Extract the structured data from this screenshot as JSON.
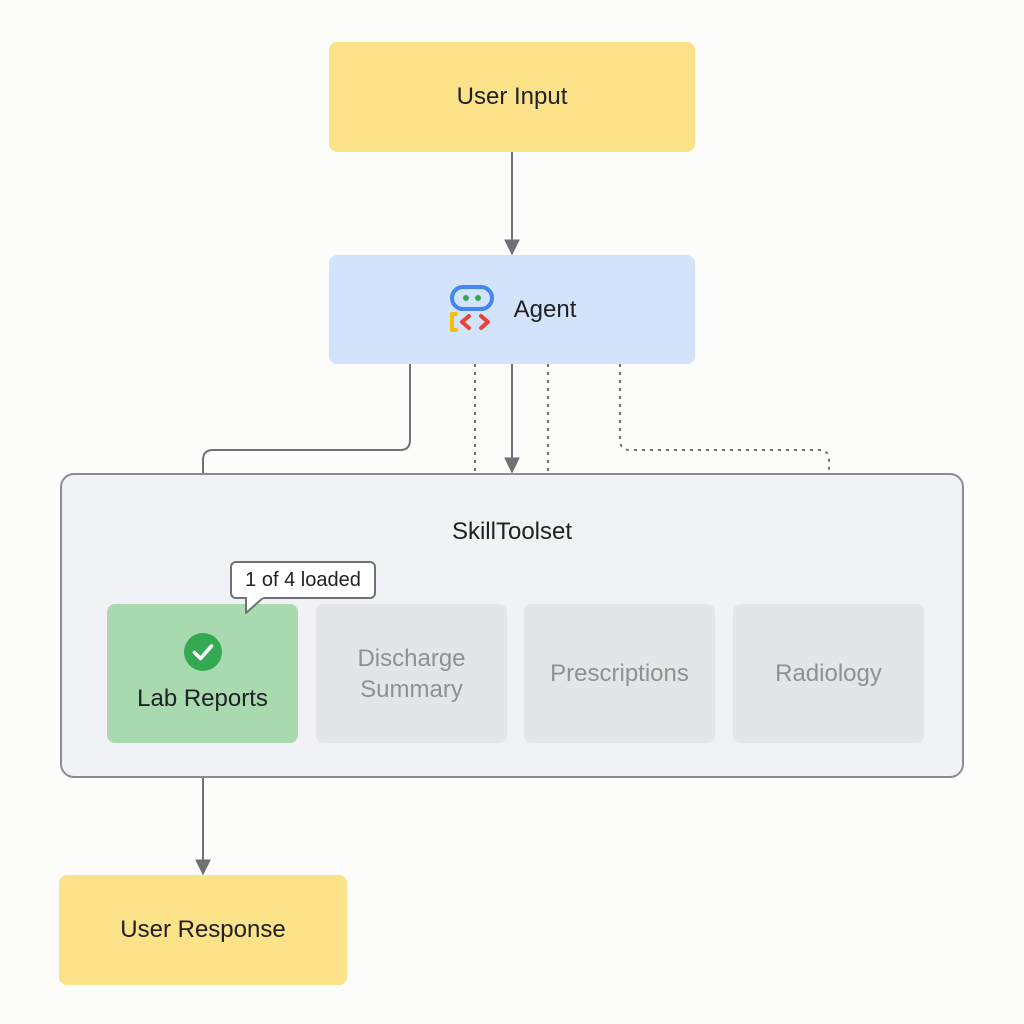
{
  "nodes": {
    "user_input": "User Input",
    "agent": "Agent",
    "toolset": "SkillToolset",
    "user_response": "User Response"
  },
  "skills": {
    "lab_reports": "Lab Reports",
    "discharge_line1": "Discharge",
    "discharge_line2": "Summary",
    "prescriptions": "Prescriptions",
    "radiology": "Radiology"
  },
  "tooltip": "1 of 4 loaded",
  "icons": {
    "agent": "agent-logo-icon",
    "loaded": "check-circle-icon"
  },
  "colors": {
    "input_fill": "#fce38a",
    "agent_fill": "#d3e3fb",
    "loaded_skill_fill": "#a8d9af",
    "skill_fill": "#e4e5e8",
    "toolset_fill": "#f1f2f5",
    "check_green": "#34a853",
    "edge": "#6f7175"
  }
}
